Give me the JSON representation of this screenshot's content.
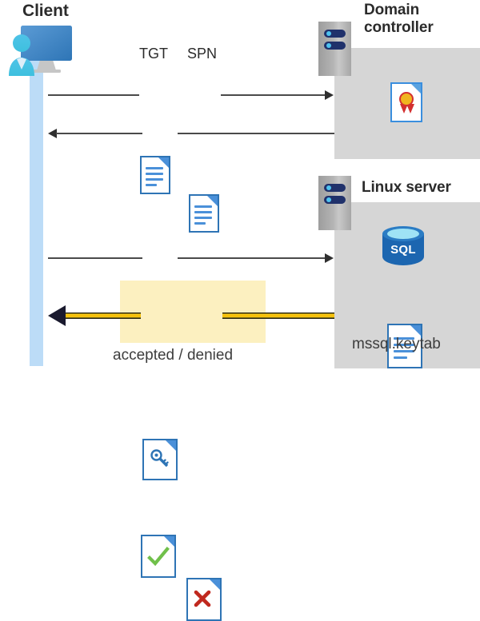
{
  "diagram": {
    "kind": "kerberos-authentication-flow",
    "client": {
      "title": "Client",
      "icon": "client-monitor-user-icon",
      "lifeline_color": "#bcdcf7"
    },
    "domain_controller": {
      "title": "Domain controller",
      "server_icon": "server-tower-icon",
      "content_icon": "certificate-document-icon",
      "panel_color": "#d6d6d6"
    },
    "linux_server": {
      "title": "Linux server",
      "server_icon": "server-tower-icon",
      "database_icon_label": "SQL",
      "keytab_icon": "text-document-icon",
      "keytab_label": "mssql.keytab",
      "panel_color": "#d6d6d6"
    },
    "messages": [
      {
        "id": "request-tgt-spn",
        "direction": "client-to-domain-controller",
        "labels": [
          "TGT",
          "SPN"
        ],
        "icons": [
          "text-document-icon",
          "text-document-icon"
        ],
        "line_color": "#4a4a4a"
      },
      {
        "id": "service-ticket-response",
        "direction": "domain-controller-to-client",
        "icon": "key-document-icon",
        "line_color": "#4a4a4a"
      },
      {
        "id": "present-ticket",
        "direction": "client-to-linux-server",
        "icon": "key-document-icon",
        "line_color": "#4a4a4a"
      },
      {
        "id": "auth-result",
        "direction": "linux-server-to-client",
        "result_label": "accepted / denied",
        "icons": [
          "check-document-icon",
          "x-document-icon"
        ],
        "line_color": "#f5b800",
        "highlight_color": "#fcf0c0"
      }
    ],
    "labels": {
      "tgt": "TGT",
      "spn": "SPN",
      "accepted_denied": "accepted / denied",
      "sql": "SQL",
      "keytab": "mssql.keytab"
    }
  }
}
